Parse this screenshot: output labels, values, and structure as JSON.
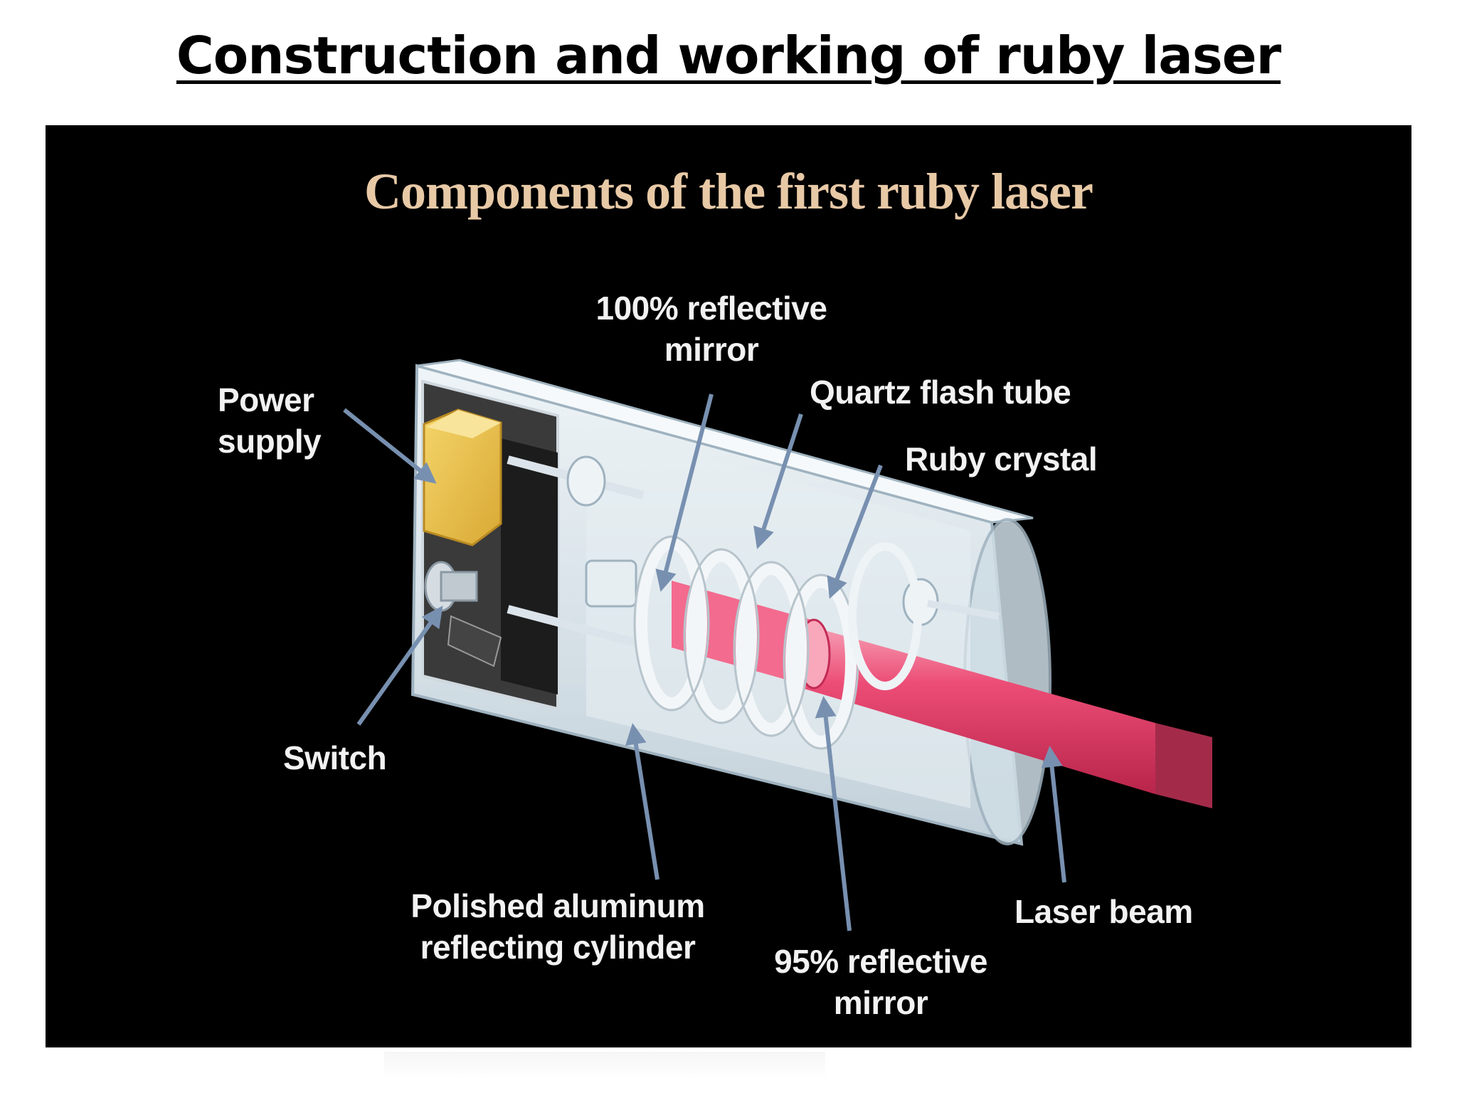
{
  "slide": {
    "title": "Construction and working of ruby laser"
  },
  "figure": {
    "title": "Components of the first ruby laser",
    "labels": {
      "power_supply": "Power\nsupply",
      "switch": "Switch",
      "mirror_100": "100% reflective\nmirror",
      "flash_tube": "Quartz flash tube",
      "ruby_crystal": "Ruby crystal",
      "cylinder": "Polished aluminum\nreflecting cylinder",
      "mirror_95": "95% reflective\nmirror",
      "laser_beam": "Laser beam"
    },
    "colors": {
      "background": "#000000",
      "title": "#e8c9a6",
      "label_text": "#f2f2f2",
      "arrow": "#7890b0",
      "beam": "#e8406a",
      "housing": "#dfe8ee",
      "power_supply": "#e9c34f"
    }
  }
}
